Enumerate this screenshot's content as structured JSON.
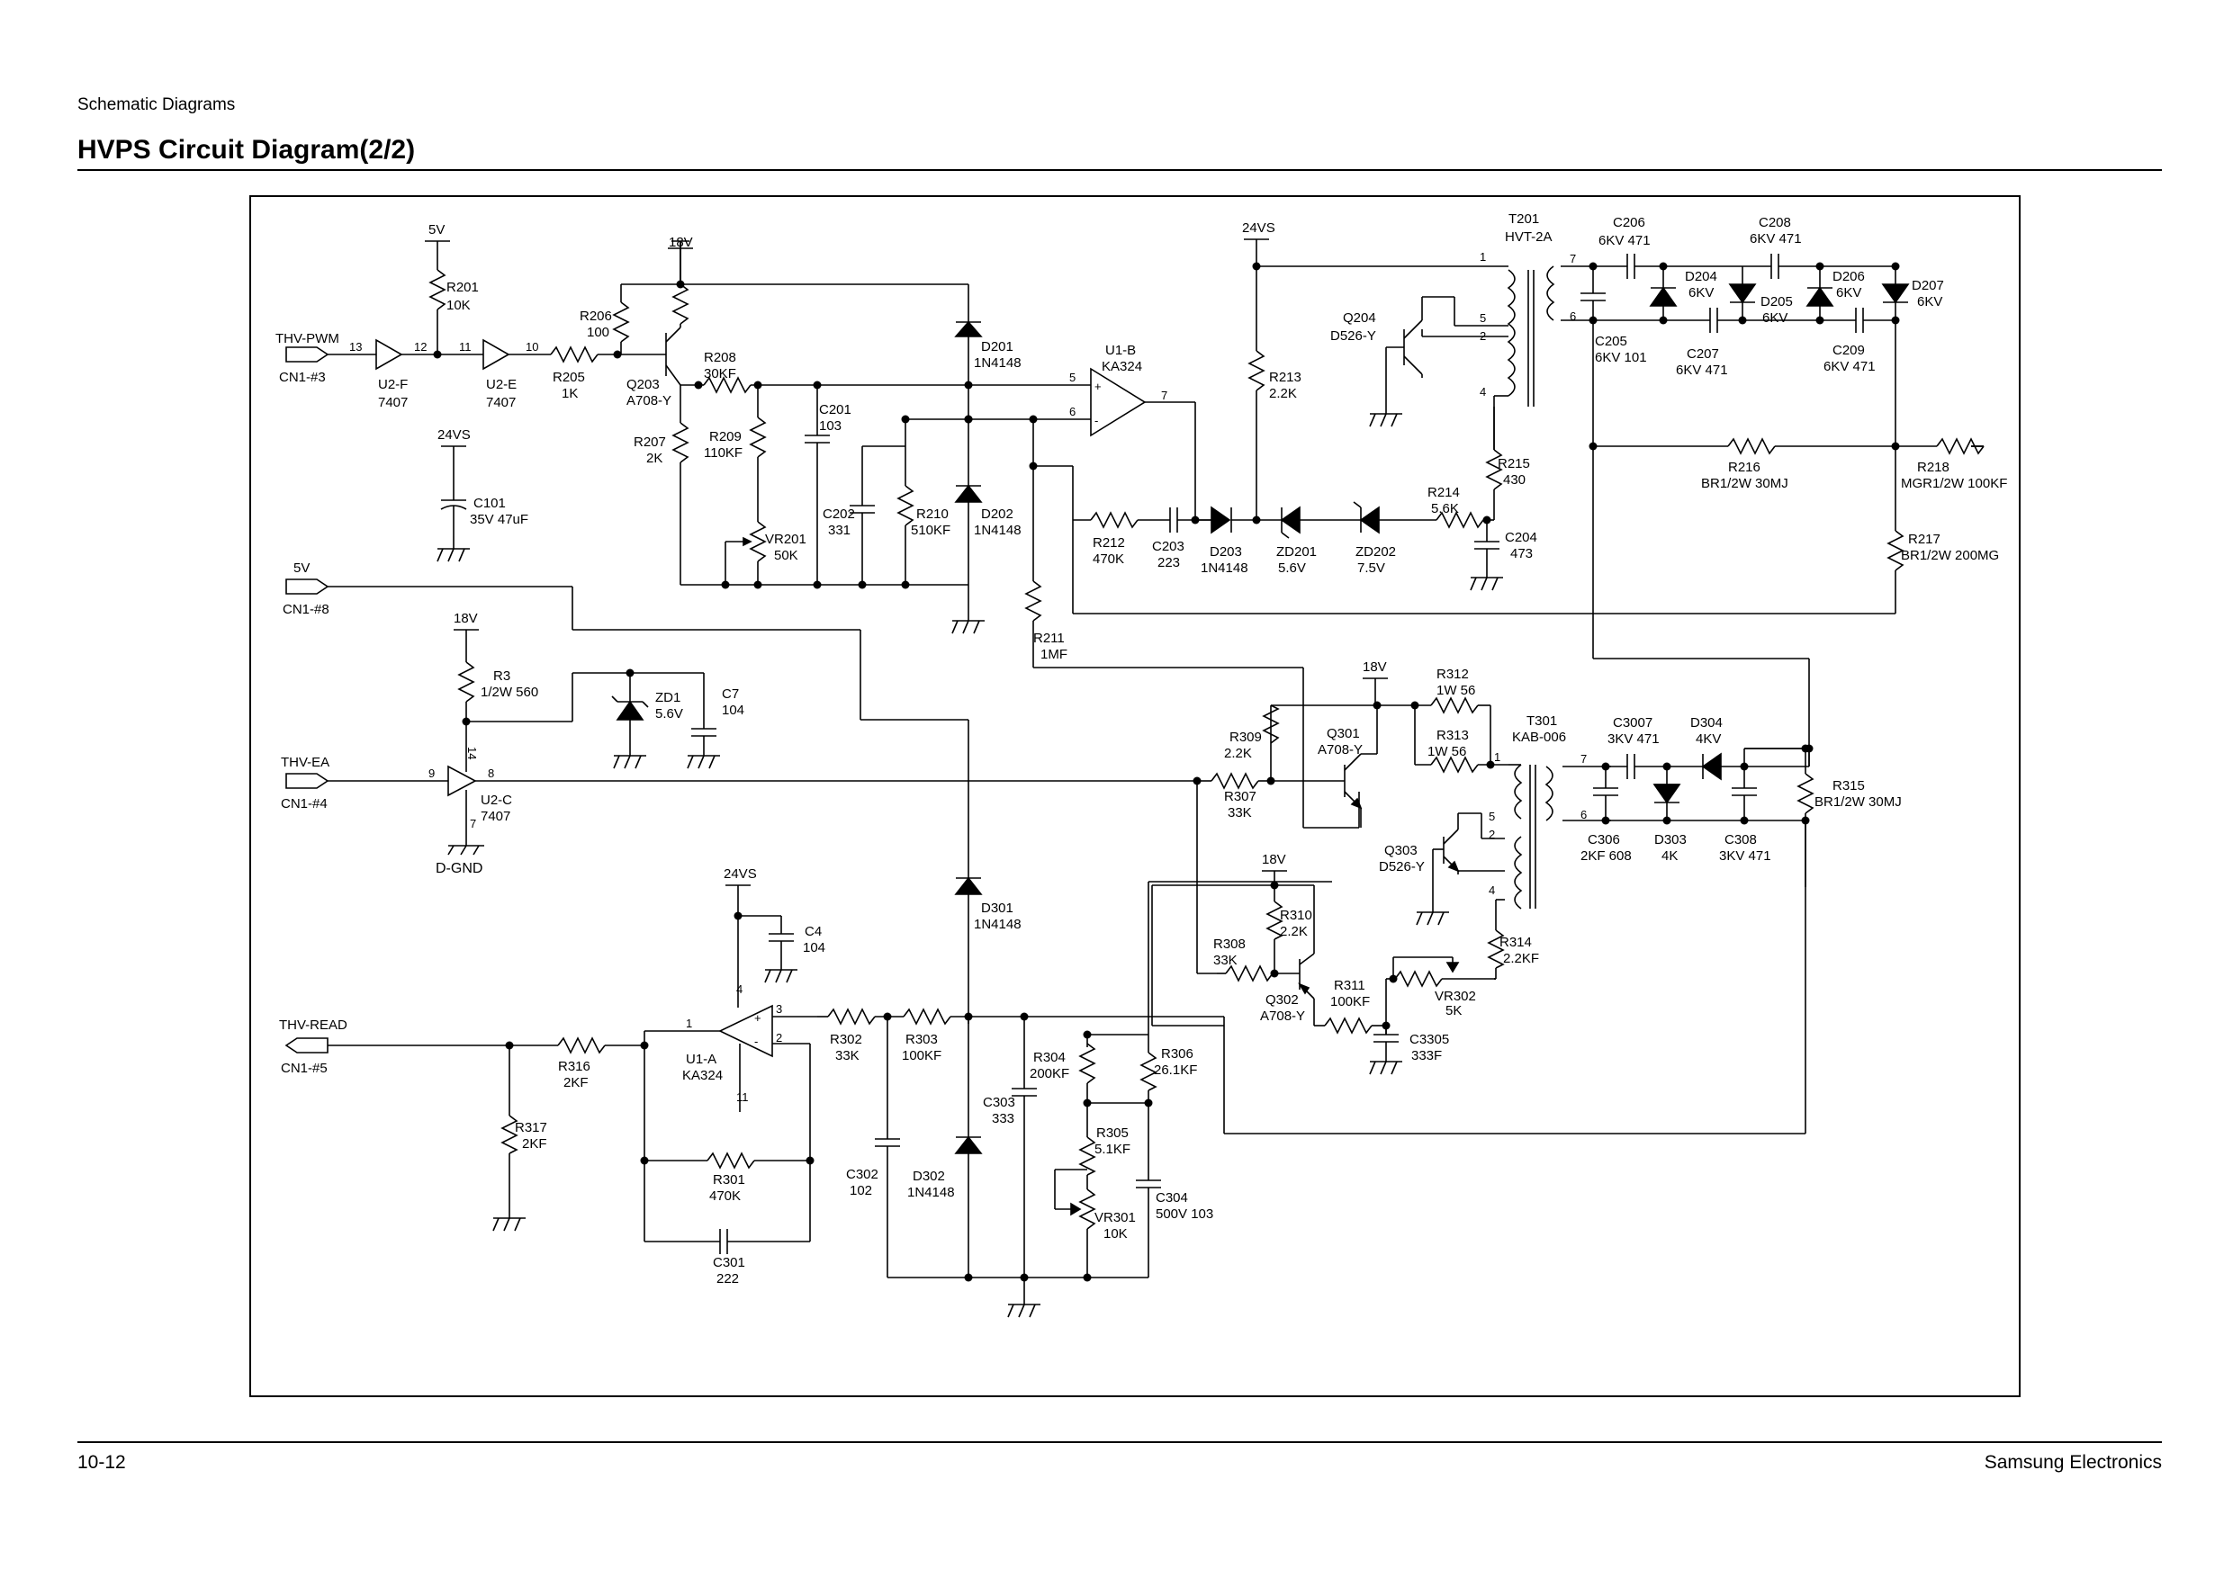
{
  "header": {
    "section": "Schematic Diagrams",
    "title": "HVPS Circuit Diagram(2/2)"
  },
  "footer": {
    "page": "10-12",
    "company": "Samsung Electronics"
  },
  "connectors": {
    "thv_pwm": "THV-PWM",
    "cn1_3": "CN1-#3",
    "v5_in": "5V",
    "cn1_8": "CN1-#8",
    "thv_ea": "THV-EA",
    "cn1_4": "CN1-#4",
    "thv_read": "THV-READ",
    "cn1_5": "CN1-#5",
    "dgnd": "D-GND"
  },
  "rails": {
    "v5": "5V",
    "v18": "18V",
    "v24": "24VS"
  },
  "components": {
    "r201": "R201",
    "r201v": "10K",
    "u2f": "U2-F",
    "u2fv": "7407",
    "u2e": "U2-E",
    "u2ev": "7407",
    "r205": "R205",
    "r205v": "1K",
    "r206": "R206",
    "r206v": "100",
    "q203": "Q203",
    "q203v": "A708-Y",
    "r207": "R207",
    "r207v": "2K",
    "r208": "R208",
    "r208v": "30KF",
    "r209": "R209",
    "r209v": "110KF",
    "vr201": "VR201",
    "vr201v": "50K",
    "c201": "C201",
    "c201v": "103",
    "c202": "C202",
    "c202v": "331",
    "r210": "R210",
    "r210v": "510KF",
    "d201": "D201",
    "d201v": "1N4148",
    "d202": "D202",
    "d202v": "1N4148",
    "u1b": "U1-B",
    "u1bv": "KA324",
    "r212": "R212",
    "r212v": "470K",
    "c203": "C203",
    "c203v": "223",
    "d203": "D203",
    "d203v": "1N4148",
    "zd201": "ZD201",
    "zd201v": "5.6V",
    "zd202": "ZD202",
    "zd202v": "7.5V",
    "r213": "R213",
    "r213v": "2.2K",
    "q204": "Q204",
    "q204v": "D526-Y",
    "r214": "R214",
    "r214v": "5.6K",
    "c204": "C204",
    "c204v": "473",
    "r215": "R215",
    "r215v": "430",
    "t201": "T201",
    "t201v": "HVT-2A",
    "c206": "C206",
    "c206v": "6KV  471",
    "c205": "C205",
    "c205v": "6KV   101",
    "d204": "D204",
    "d204v": "6KV",
    "c207": "C207",
    "c207v": "6KV  471",
    "c208": "C208",
    "c208v": "6KV  471",
    "d205": "D205",
    "d205v": "6KV",
    "d206": "D206",
    "d206v": "6KV",
    "c209": "C209",
    "c209v": "6KV  471",
    "d207": "D207",
    "d207v": "6KV",
    "r216": "R216",
    "r216v": "BR1/2W   30MJ",
    "r218": "R218",
    "r218v": "MGR1/2W  100KF",
    "r217": "R217",
    "r217v": "BR1/2W    200MG",
    "c101": "C101",
    "c101v": "35V  47uF",
    "r211": "R211",
    "r211v": "1MF",
    "r3": "R3",
    "r3v": "1/2W  560",
    "zd1": "ZD1",
    "zd1v": "5.6V",
    "c7": "C7",
    "c7v": "104",
    "u2c": "U2-C",
    "u2cv": "7407",
    "r309": "R309",
    "r309v": "2.2K",
    "q301": "Q301",
    "q301v": "A708-Y",
    "r307": "R307",
    "r307v": "33K",
    "r312": "R312",
    "r312v": "1W 56",
    "r313": "R313",
    "r313v": "1W  56",
    "t301": "T301",
    "t301v": "KAB-006",
    "c3007": "C3007",
    "c3007v": "3KV  471",
    "d304": "D304",
    "d304v": "4KV",
    "c306": "C306",
    "c306v": "2KF  608",
    "d303": "D303",
    "d303v": "4K",
    "c308": "C308",
    "c308v": "3KV  471",
    "r315": "R315",
    "r315v": "BR1/2W   30MJ",
    "q303": "Q303",
    "q303v": "D526-Y",
    "r314": "R314",
    "r314v": "2.2KF",
    "vr302": "VR302",
    "vr302v": "5K",
    "r310": "R310",
    "r310v": "2.2K",
    "r308": "R308",
    "r308v": "33K",
    "q302": "Q302",
    "q302v": "A708-Y",
    "r311": "R311",
    "r311v": "100KF",
    "c3305": "C3305",
    "c3305v": "333F",
    "c4": "C4",
    "c4v": "104",
    "d301": "D301",
    "d301v": "1N4148",
    "r316": "R316",
    "r316v": "2KF",
    "u1a": "U1-A",
    "u1av": "KA324",
    "r302": "R302",
    "r302v": "33K",
    "r303": "R303",
    "r303v": "100KF",
    "r304": "R304",
    "r304v": "200KF",
    "r306": "R306",
    "r306v": "26.1KF",
    "r317": "R317",
    "r317v": "2KF",
    "r301": "R301",
    "r301v": "470K",
    "c301": "C301",
    "c301v": "222",
    "c302": "C302",
    "c302v": "102",
    "d302": "D302",
    "d302v": "1N4148",
    "c303": "C303",
    "c303v": "333",
    "r305": "R305",
    "r305v": "5.1KF",
    "vr301": "VR301",
    "vr301v": "10K",
    "c304": "C304",
    "c304v": "500V  103"
  },
  "pins": {
    "p13": "13",
    "p12": "12",
    "p11": "11",
    "p10": "10",
    "p5": "5",
    "p6": "6",
    "p7": "7",
    "p9": "9",
    "p8": "8",
    "p14": "14",
    "p1": "1",
    "p2": "2",
    "p3": "3",
    "p4": "4",
    "plus": "+",
    "minus": "-"
  }
}
